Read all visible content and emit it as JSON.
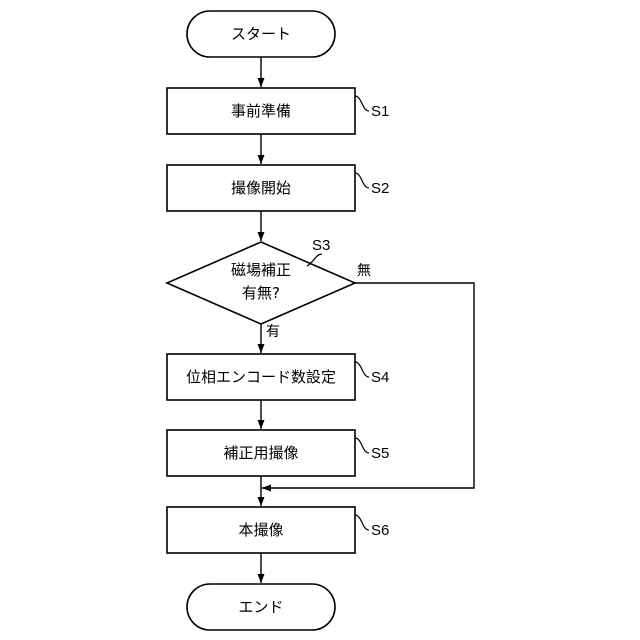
{
  "flowchart": {
    "start": {
      "label": "スタート"
    },
    "end": {
      "label": "エンド"
    },
    "steps": [
      {
        "label": "事前準備",
        "step": "S1"
      },
      {
        "label": "撮像開始",
        "step": "S2"
      },
      {
        "label": "位相エンコード数設定",
        "step": "S4"
      },
      {
        "label": "補正用撮像",
        "step": "S5"
      },
      {
        "label": "本撮像",
        "step": "S6"
      }
    ],
    "decision": {
      "line1": "磁場補正",
      "line2": "有無?",
      "step": "S3",
      "yes_label": "有",
      "no_label": "無"
    }
  }
}
